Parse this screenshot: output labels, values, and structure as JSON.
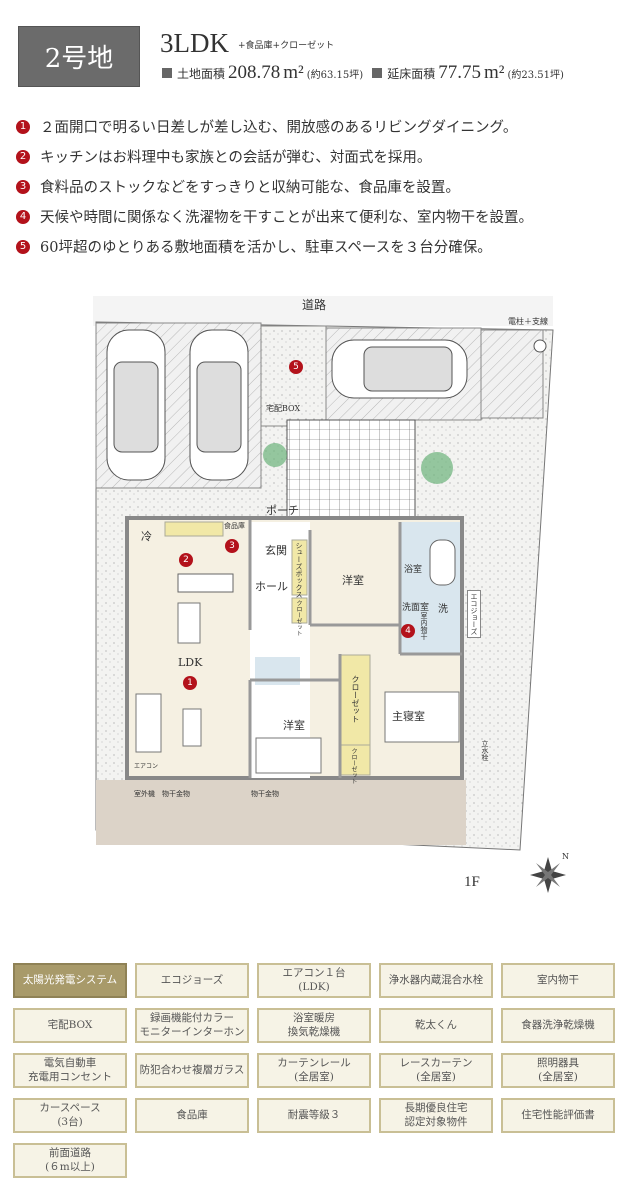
{
  "header": {
    "lot": "2号地",
    "plan_type": "3LDK",
    "plan_extra": "+食品庫+クローゼット",
    "land_label": "土地面積",
    "land_value": "208.78",
    "land_unit": "m²",
    "land_tsubo": "(約63.15坪)",
    "floor_label": "延床面積",
    "floor_value": "77.75",
    "floor_unit": "m²",
    "floor_tsubo": "(約23.51坪)"
  },
  "features": [
    {
      "num": "1",
      "text": "２面開口で明るい日差しが差し込む、開放感のあるリビングダイニング。"
    },
    {
      "num": "2",
      "text": "キッチンはお料理中も家族との会話が弾む、対面式を採用。"
    },
    {
      "num": "3",
      "text": "食料品のストックなどをすっきりと収納可能な、食品庫を設置。"
    },
    {
      "num": "4",
      "text": "天候や時間に関係なく洗濯物を干すことが出来て便利な、室内物干を設置。"
    },
    {
      "num": "5",
      "text": "60坪超のゆとりある敷地面積を活かし、駐車スペースを３台分確保。"
    }
  ],
  "plan": {
    "road": "道路",
    "pole": "電柱＋支線",
    "delivery_box": "宅配BOX",
    "porch": "ポーチ",
    "fridge": "冷",
    "pantry": "食品庫",
    "entrance": "玄関",
    "hall": "ホール",
    "shoe_box": "シューズボックス",
    "closet": "クローゼット",
    "western_room": "洋室",
    "bath": "浴室",
    "washroom": "洗面室",
    "washer": "洗",
    "indoor_dry": "室内物干",
    "ecojoze": "エコジョーズ",
    "ldk": "LDK",
    "master": "主寝室",
    "aircon": "エアコン",
    "outdoor_unit": "室外機",
    "dry_hardware": "物干金物",
    "faucet": "立水栓",
    "floor": "1F",
    "compass": "N",
    "markers": [
      "1",
      "2",
      "3",
      "4",
      "5"
    ]
  },
  "equipment": [
    {
      "label": "太陽光発電システム",
      "active": true
    },
    {
      "label": "エコジョーズ"
    },
    {
      "label": "エアコン１台\n(LDK)"
    },
    {
      "label": "浄水器内蔵混合水栓"
    },
    {
      "label": "室内物干"
    },
    {
      "label": "宅配BOX"
    },
    {
      "label": "録画機能付カラー\nモニターインターホン"
    },
    {
      "label": "浴室暖房\n換気乾燥機"
    },
    {
      "label": "乾太くん"
    },
    {
      "label": "食器洗浄乾燥機"
    },
    {
      "label": "電気自動車\n充電用コンセント"
    },
    {
      "label": "防犯合わせ複層ガラス"
    },
    {
      "label": "カーテンレール\n(全居室)"
    },
    {
      "label": "レースカーテン\n(全居室)"
    },
    {
      "label": "照明器具\n(全居室)"
    },
    {
      "label": "カースペース\n(3台)"
    },
    {
      "label": "食品庫"
    },
    {
      "label": "耐震等級３"
    },
    {
      "label": "長期優良住宅\n認定対象物件"
    },
    {
      "label": "住宅性能評価書"
    },
    {
      "label": "前面道路\n(６m以上)"
    }
  ],
  "colors": {
    "marker": "#b3121b",
    "active_cell": "#a89a6a",
    "cell": "#f6f3e6",
    "floor": "#f5f0e2",
    "yard": "#dcd3c8"
  }
}
